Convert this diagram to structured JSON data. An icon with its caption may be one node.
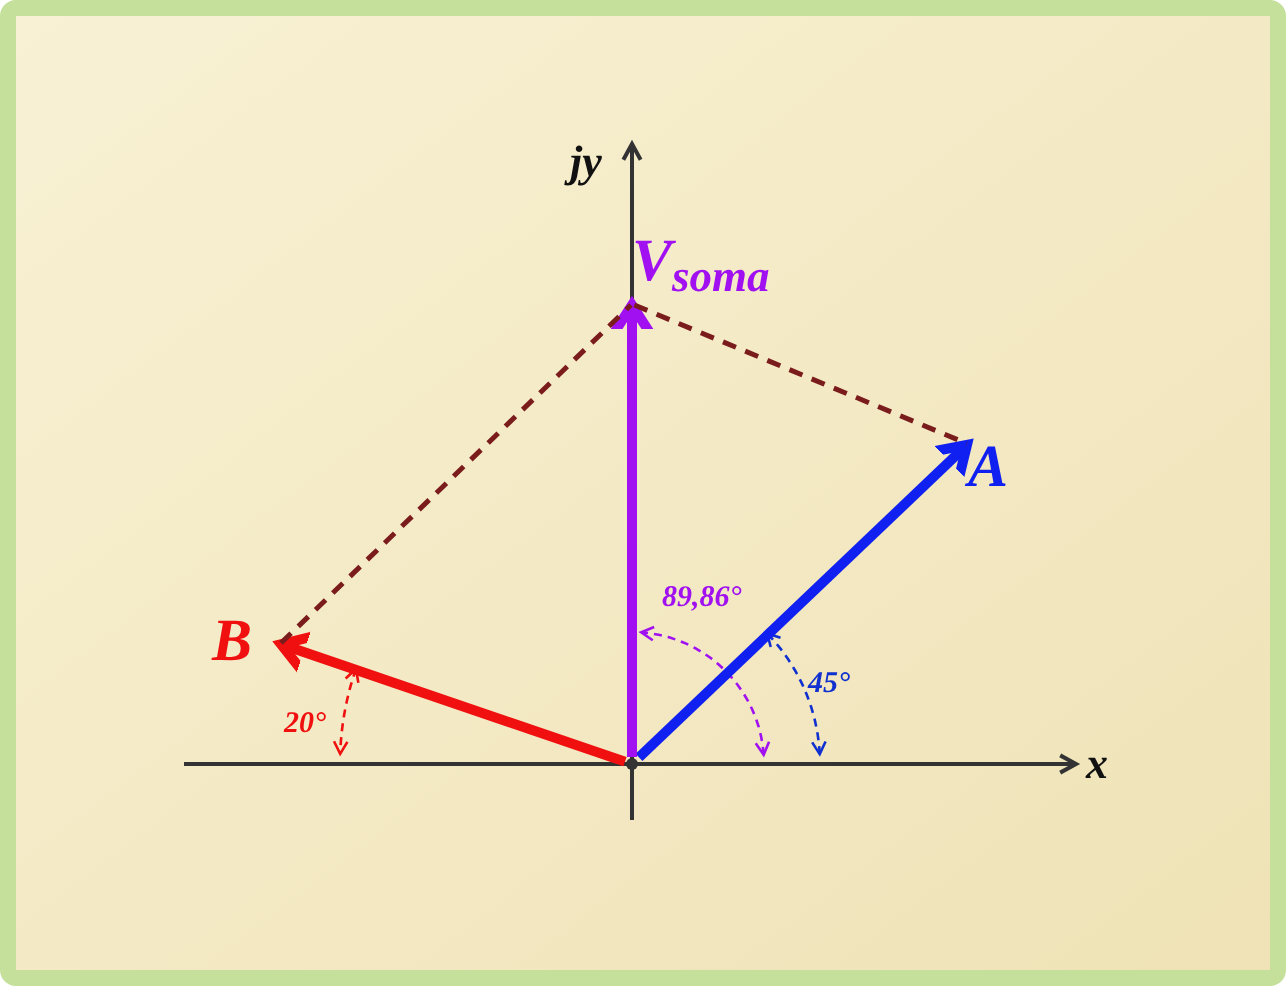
{
  "diagram": {
    "nodes": [
      {
        "text": [],
        "shape": "point"
      },
      {
        "text": [
          "A"
        ]
      },
      {
        "text": [
          "B"
        ]
      },
      {
        "text": [
          "V$_{soma}$"
        ]
      }
    ],
    "edges": [
      {
        "from": 0,
        "to": 1,
        "arrow": "to",
        "color": "#1020f0"
      },
      {
        "from": 0,
        "to": 2,
        "arrow": "to",
        "color": "#f01010"
      },
      {
        "from": 0,
        "to": 3,
        "arrow": "to",
        "color": "#a010f0"
      },
      {
        "from": 2,
        "to": 3,
        "arrow": "none",
        "style": "dashed",
        "color": "#7a1c1c"
      },
      {
        "from": 3,
        "to": 1,
        "arrow": "none",
        "style": "dashed",
        "color": "#7a1c1c"
      }
    ],
    "labels": [
      "jy",
      "x",
      "89,86°",
      "45°",
      "20°"
    ]
  }
}
